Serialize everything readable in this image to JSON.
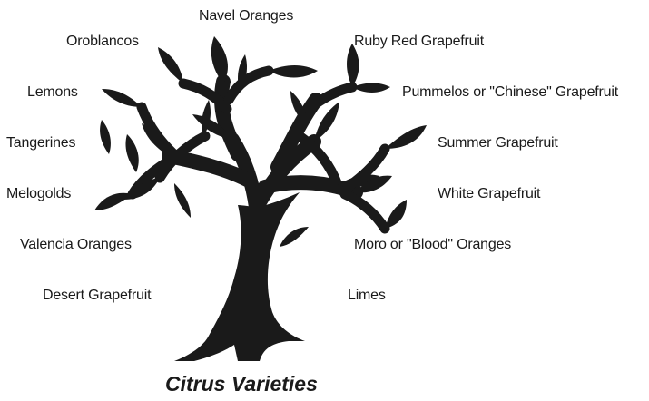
{
  "title": "Citrus Varieties",
  "colors": {
    "tree": "#1a1a1a",
    "text": "#1a1a1a",
    "background": "#ffffff"
  },
  "icon": "tree-silhouette",
  "varieties": {
    "navel_oranges": "Navel Oranges",
    "oroblancos": "Oroblancos",
    "ruby_red_grapefruit": "Ruby Red Grapefruit",
    "lemons": "Lemons",
    "pummelos": "Pummelos or \"Chinese\" Grapefruit",
    "tangerines": "Tangerines",
    "summer_grapefruit": "Summer Grapefruit",
    "melogolds": "Melogolds",
    "white_grapefruit": "White Grapefruit",
    "valencia_oranges": "Valencia Oranges",
    "moro_oranges": "Moro or \"Blood\" Oranges",
    "desert_grapefruit": "Desert Grapefruit",
    "limes": "Limes"
  }
}
